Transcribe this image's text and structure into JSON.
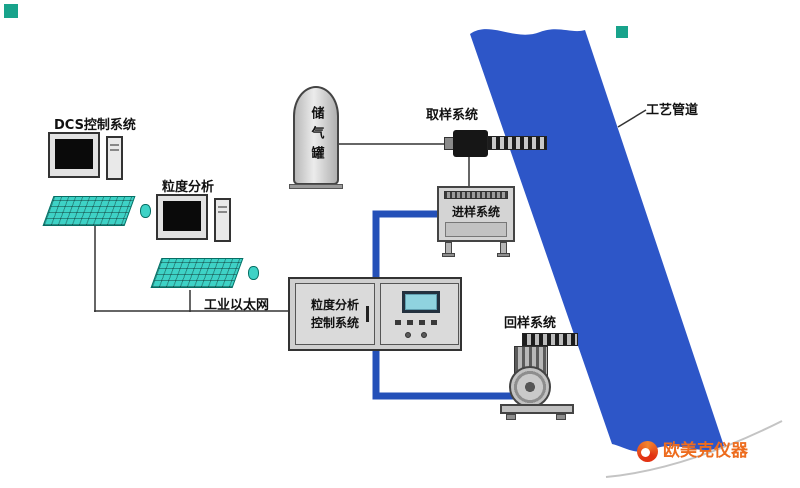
{
  "devices": {
    "dcs_computer": {
      "label": "DCS控制系统"
    },
    "analysis_computer": {
      "label": "粒度分析"
    },
    "network": {
      "label": "工业以太网"
    },
    "gas_tank": {
      "label": "储气罐"
    },
    "sampling_system": {
      "label": "取样系统"
    },
    "feeding_system": {
      "label": "进样系统"
    },
    "control_cabinet": {
      "label_line1": "粒度分析",
      "label_line2": "控制系统"
    },
    "return_system": {
      "label": "回样系统"
    },
    "pipeline": {
      "label": "工艺管道"
    }
  },
  "brand": {
    "name": "欧美克仪器"
  },
  "colors": {
    "pipe_blue": "#2d56c8",
    "loop_blue": "#2450b8",
    "keyboard_teal": "#3ed2c6",
    "screen_cyan": "#8fd3df",
    "brand_orange": "#ed6c1e",
    "mark_teal": "#18a38b"
  }
}
